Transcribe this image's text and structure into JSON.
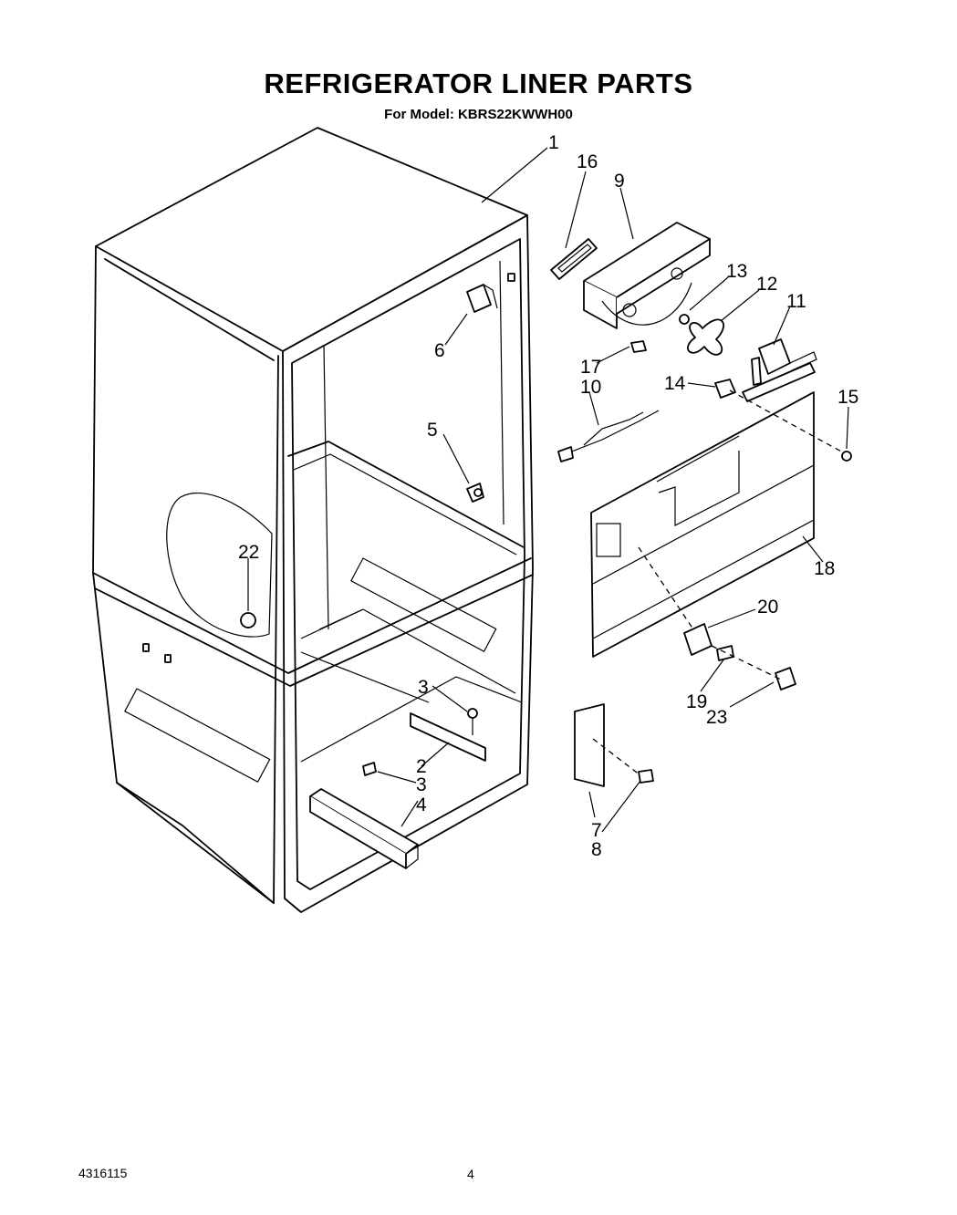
{
  "title": "REFRIGERATOR LINER PARTS",
  "subtitle": "For Model: KBRS22KWWH00",
  "footer": {
    "doc_number": "4316115",
    "page": "4"
  },
  "callouts": [
    "1",
    "16",
    "9",
    "13",
    "12",
    "11",
    "6",
    "17",
    "10",
    "14",
    "15",
    "5",
    "22",
    "18",
    "20",
    "3",
    "2",
    "3",
    "4",
    "19",
    "23",
    "7",
    "8"
  ]
}
